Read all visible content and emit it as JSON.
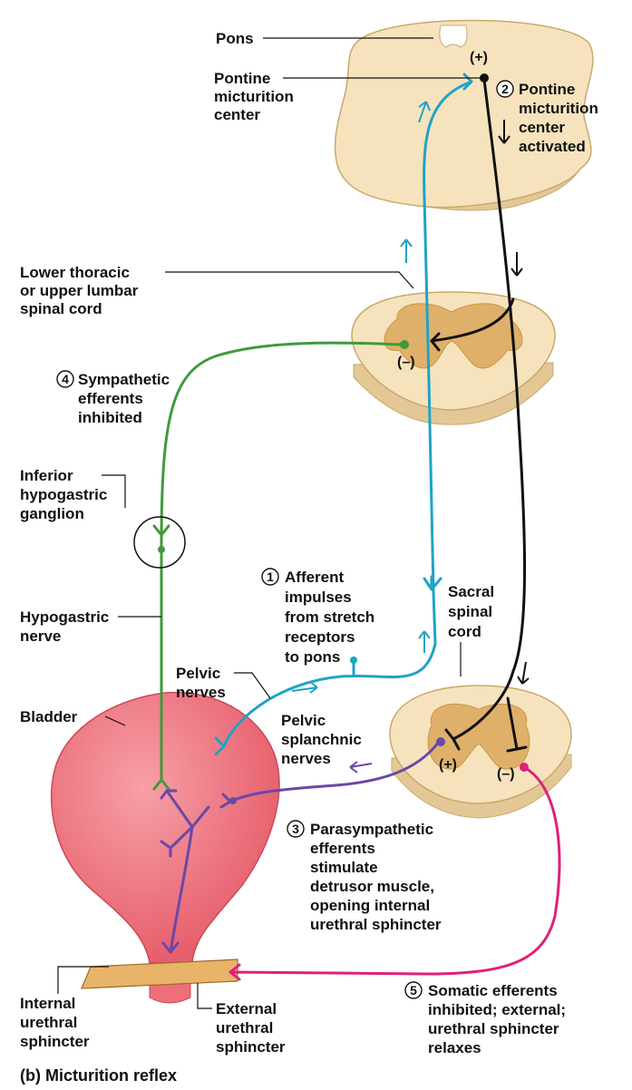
{
  "labels": {
    "pons": "Pons",
    "pontine_center_1": "Pontine",
    "pontine_center_2": "micturition",
    "pontine_center_3": "center",
    "plus_top": "(+)",
    "step2_num": "2",
    "step2_1": "Pontine",
    "step2_2": "micturition",
    "step2_3": "center",
    "step2_4": "activated",
    "thoracic_1": "Lower thoracic",
    "thoracic_2": "or upper lumbar",
    "thoracic_3": "spinal cord",
    "minus_thoracic": "(–)",
    "step4_num": "4",
    "step4_1": "Sympathetic",
    "step4_2": "efferents",
    "step4_3": "inhibited",
    "ganglion_1": "Inferior",
    "ganglion_2": "hypogastric",
    "ganglion_3": "ganglion",
    "step1_num": "1",
    "step1_1": "Afferent",
    "step1_2": "impulses",
    "step1_3": "from stretch",
    "step1_4": "receptors",
    "step1_5": "to pons",
    "sacral_1": "Sacral",
    "sacral_2": "spinal",
    "sacral_3": "cord",
    "hypogastric_1": "Hypogastric",
    "hypogastric_2": "nerve",
    "pelvic_1": "Pelvic",
    "pelvic_2": "nerves",
    "bladder": "Bladder",
    "splanchnic_1": "Pelvic",
    "splanchnic_2": "splanchnic",
    "splanchnic_3": "nerves",
    "plus_sacral": "(+)",
    "minus_sacral": "(–)",
    "step3_num": "3",
    "step3_1": "Parasympathetic",
    "step3_2": "efferents",
    "step3_3": "stimulate",
    "step3_4": "detrusor muscle,",
    "step3_5": "opening internal",
    "step3_6": "urethral sphincter",
    "internal_1": "Internal",
    "internal_2": "urethral",
    "internal_3": "sphincter",
    "external_1": "External",
    "external_2": "urethral",
    "external_3": "sphincter",
    "step5_num": "5",
    "step5_1": "Somatic efferents",
    "step5_2": "inhibited; external;",
    "step5_3": "urethral sphincter",
    "step5_4": "relaxes",
    "caption": "(b) Micturition reflex"
  },
  "colors": {
    "afferent": "#1fa3c7",
    "descending": "#111111",
    "sympathetic": "#3f9a3a",
    "parasympathetic": "#6a48a8",
    "somatic": "#e0207a",
    "tissue": "#f6e3bd",
    "gray_matter": "#dfb06a",
    "bladder": "#ee6f7a",
    "sphincter": "#e8b46a"
  }
}
